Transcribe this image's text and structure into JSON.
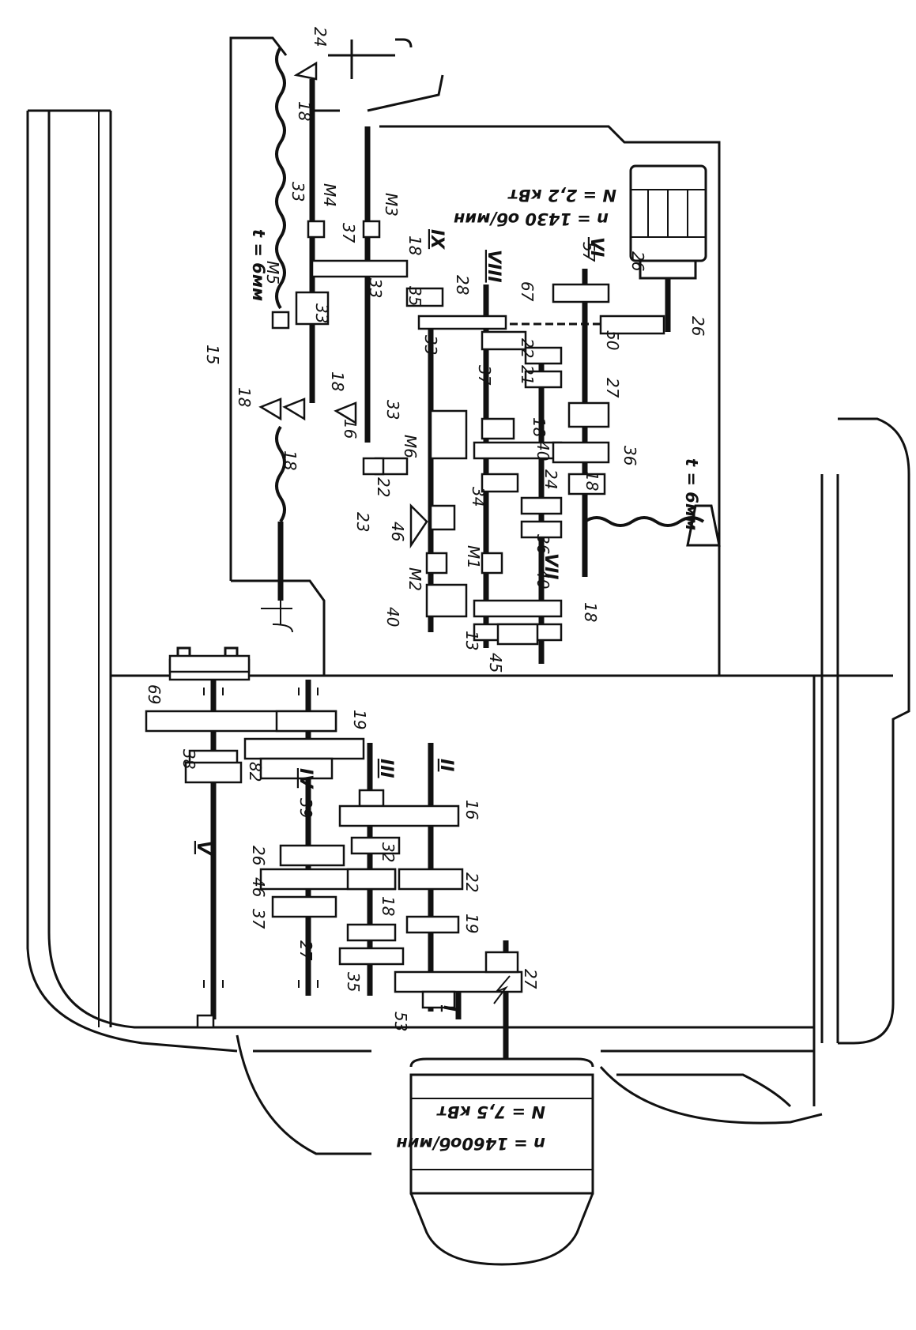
{
  "diagram": {
    "gear_labels": [
      {
        "id": "g24top",
        "text": "24"
      },
      {
        "id": "g18a",
        "text": "18"
      },
      {
        "id": "g33a",
        "text": "33"
      },
      {
        "id": "g37",
        "text": "37"
      },
      {
        "id": "g18b",
        "text": "18"
      },
      {
        "id": "g33b",
        "text": "33"
      },
      {
        "id": "g33c",
        "text": "33"
      },
      {
        "id": "g35a",
        "text": "35"
      },
      {
        "id": "g28",
        "text": "28"
      },
      {
        "id": "g67",
        "text": "67"
      },
      {
        "id": "g57",
        "text": "57"
      },
      {
        "id": "g26a",
        "text": "26"
      },
      {
        "id": "g26b",
        "text": "26"
      },
      {
        "id": "g50",
        "text": "50"
      },
      {
        "id": "g33d",
        "text": "33"
      },
      {
        "id": "g22a",
        "text": "22"
      },
      {
        "id": "g21",
        "text": "21"
      },
      {
        "id": "g27a",
        "text": "27"
      },
      {
        "id": "g18c",
        "text": "18"
      },
      {
        "id": "g18d",
        "text": "18"
      },
      {
        "id": "g16a",
        "text": "16"
      },
      {
        "id": "g33e",
        "text": "33"
      },
      {
        "id": "g37b",
        "text": "37"
      },
      {
        "id": "g18e",
        "text": "18"
      },
      {
        "id": "g40a",
        "text": "40"
      },
      {
        "id": "g36a",
        "text": "36"
      },
      {
        "id": "g18f",
        "text": "18"
      },
      {
        "id": "g18g",
        "text": "18"
      },
      {
        "id": "g22b",
        "text": "22"
      },
      {
        "id": "g23",
        "text": "23"
      },
      {
        "id": "g46a",
        "text": "46"
      },
      {
        "id": "g34",
        "text": "34"
      },
      {
        "id": "g24b",
        "text": "24"
      },
      {
        "id": "g36b",
        "text": "36"
      },
      {
        "id": "g40b",
        "text": "40"
      },
      {
        "id": "g40c",
        "text": "40"
      },
      {
        "id": "g13",
        "text": "13"
      },
      {
        "id": "g45",
        "text": "45"
      },
      {
        "id": "g18h",
        "text": "18"
      },
      {
        "id": "g15",
        "text": "15"
      },
      {
        "id": "g69",
        "text": "69"
      },
      {
        "id": "g19a",
        "text": "19"
      },
      {
        "id": "g38",
        "text": "38"
      },
      {
        "id": "g82",
        "text": "82"
      },
      {
        "id": "g39",
        "text": "39"
      },
      {
        "id": "g16b",
        "text": "16"
      },
      {
        "id": "g32",
        "text": "32"
      },
      {
        "id": "g26c",
        "text": "26"
      },
      {
        "id": "g46b",
        "text": "46"
      },
      {
        "id": "g22c",
        "text": "22"
      },
      {
        "id": "g37c",
        "text": "37"
      },
      {
        "id": "g18i",
        "text": "18"
      },
      {
        "id": "g19b",
        "text": "19"
      },
      {
        "id": "g27b",
        "text": "27"
      },
      {
        "id": "g35b",
        "text": "35"
      },
      {
        "id": "g53",
        "text": "53"
      },
      {
        "id": "g27c",
        "text": "27"
      }
    ],
    "shaft_labels": {
      "I": "I",
      "II": "II",
      "III": "III",
      "IV": "IV",
      "V": "V",
      "VI": "VI",
      "VII": "VII",
      "VIII": "VIII",
      "IX": "IX"
    },
    "clutch_labels": {
      "M1": "M1",
      "M2": "M2",
      "M3": "M3",
      "M4": "M4",
      "M5": "M5",
      "M6": "M6"
    },
    "notes": {
      "pitch_top": "t = 6мм",
      "pitch_bottom": "t = 6мм",
      "feed_motor_power": "N = 2,2 кВт",
      "feed_motor_speed": "n = 1430 об/мин",
      "main_motor_power": "N = 7,5 кВт",
      "main_motor_speed": "n = 1460об/мин"
    }
  }
}
